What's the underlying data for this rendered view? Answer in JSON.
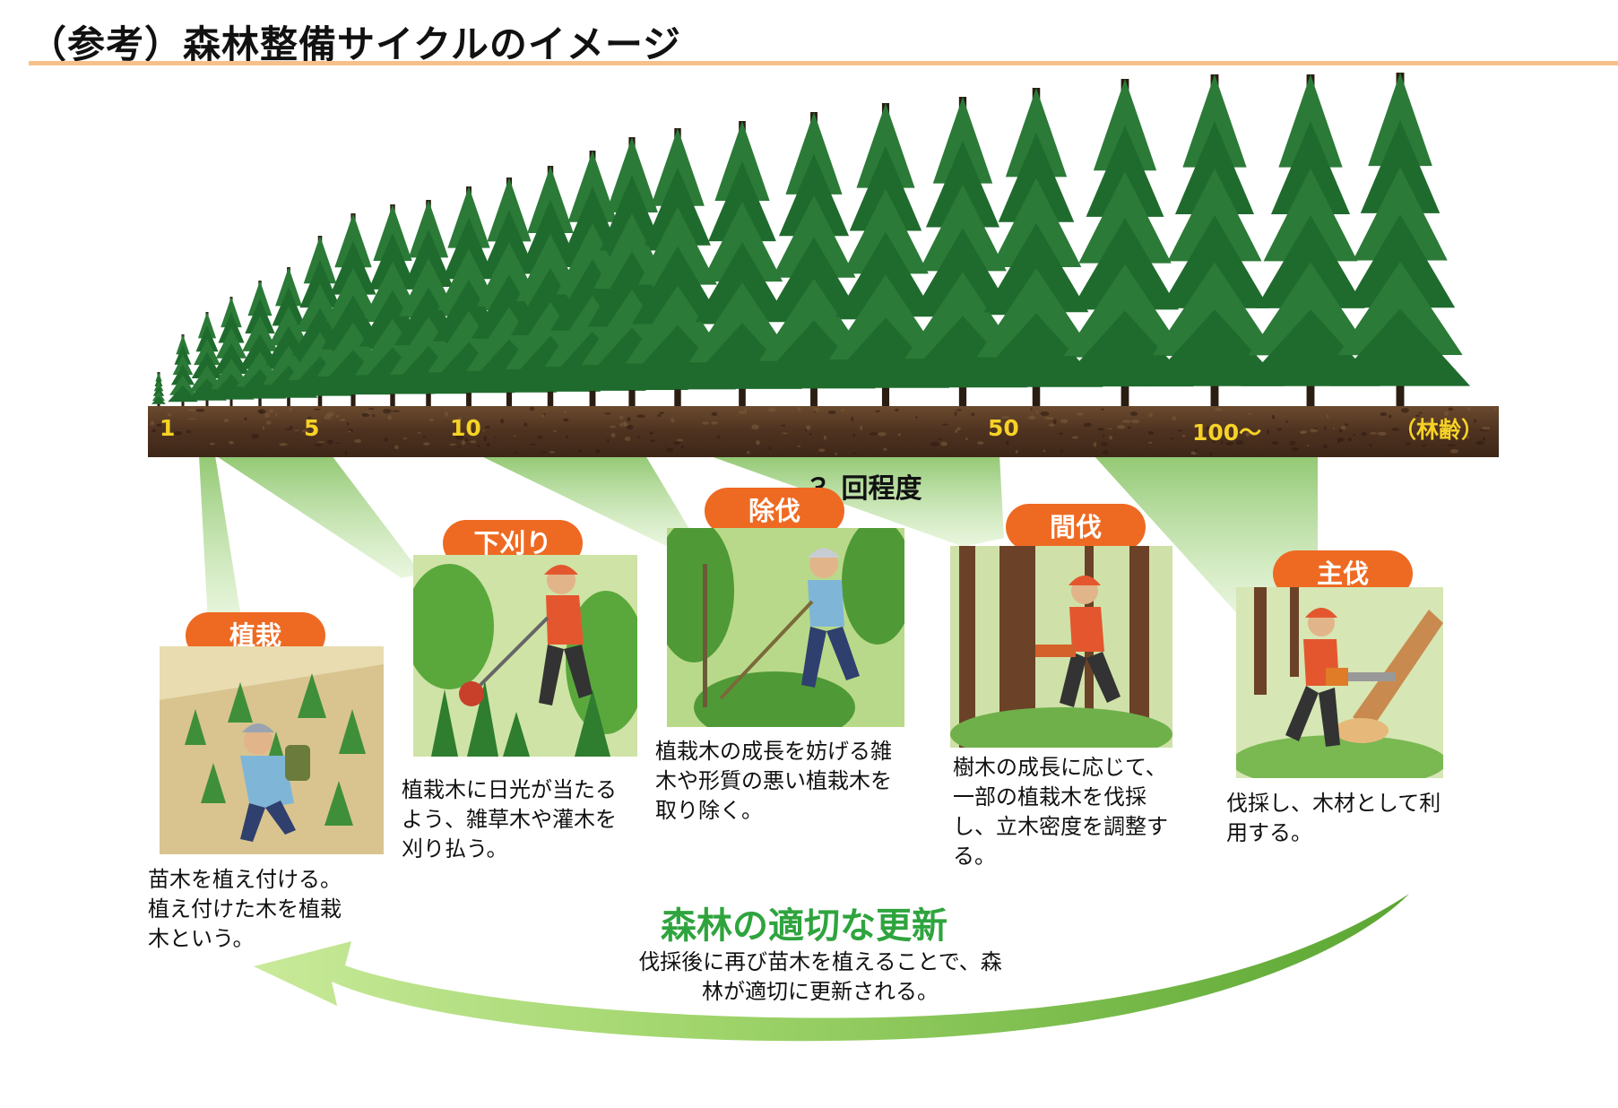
{
  "title": "（参考）森林整備サイクルのイメージ",
  "axis": {
    "ticks": [
      "1",
      "5",
      "10",
      "50",
      "100～"
    ],
    "unit": "（林齢）"
  },
  "thinning_times": "３ 回程度",
  "stages": [
    {
      "badge": "植栽",
      "text": "苗木を植え付ける。\n植え付けた木を植栽\n木という。"
    },
    {
      "badge": "下刈り",
      "text": "植栽木に日光が当たる\nよう、雑草木や灌木を\n刈り払う。"
    },
    {
      "badge": "除伐",
      "text": "植栽木の成長を妨げる雑\n木や形質の悪い植栽木を\n取り除く。"
    },
    {
      "badge": "間伐",
      "text": "樹木の成長に応じて、\n一部の植栽木を伐採\nし、立木密度を調整す\nる。"
    },
    {
      "badge": "主伐",
      "text": "伐採し、木材として利\n用する。"
    }
  ],
  "renewal": {
    "title": "森林の適切な更新",
    "text": "伐採後に再び苗木を植えることで、森\n林が適切に更新される。"
  },
  "colors": {
    "badge": "#ee6a22",
    "tree": "#1f6b2d",
    "soil": "#5a3a22",
    "axis_label": "#f6d226",
    "renewal_title": "#2fa43e",
    "funnel": "#b9dc97",
    "title_rule": "#f7c08a"
  }
}
